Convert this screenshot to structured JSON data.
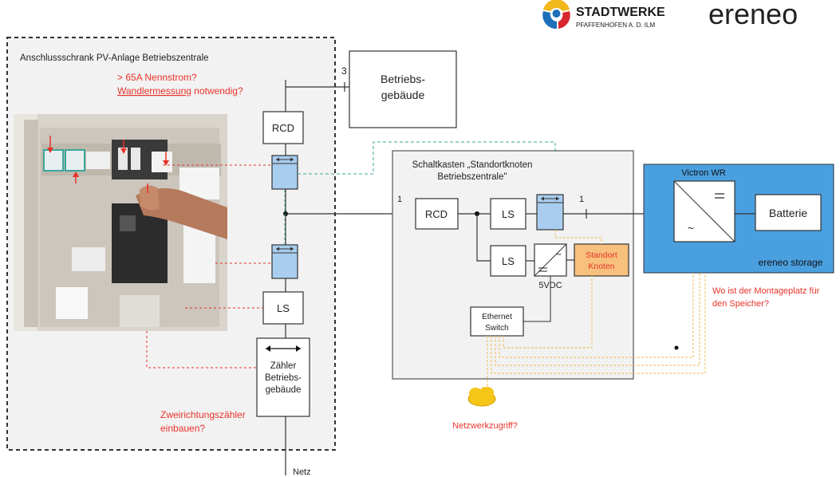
{
  "logos": {
    "stadtwerke_line1": "STADTWERKE",
    "stadtwerke_line2": "PFAFFENHOFEN A. D. ILM",
    "ereneo": "ereneo"
  },
  "left_cabinet": {
    "title": "Anschlussschrank PV-Anlage Betriebszentrale",
    "note_line1": "> 65A Nennstrom?",
    "note_line2_underlined": "Wandlermessung",
    "note_line2_rest": " notwendig?",
    "rcd_label": "RCD",
    "ls_label": "LS",
    "meter_line1": "Zähler",
    "meter_line2": "Betriebs-",
    "meter_line3": "gebäude",
    "note2_line1": "Zweirichtungszähler",
    "note2_line2": "einbauen?"
  },
  "building": {
    "line1": "Betriebs-",
    "line2": "gebäude",
    "phase_count": "3"
  },
  "grid_label": "Netz",
  "switchbox": {
    "title_line1": "Schaltkasten „Standortknoten",
    "title_line2": "Betriebszentrale\"",
    "phase_in": "1",
    "phase_out": "1",
    "rcd_label": "RCD",
    "ls_top": "LS",
    "ls_bottom": "LS",
    "psu_label": "5VDC",
    "node_line1": "Standort",
    "node_line2": "Knoten",
    "switch_line1": "Ethernet",
    "switch_line2": "Switch"
  },
  "storage": {
    "inverter_label": "Victron WR",
    "battery_label": "Batterie",
    "system_label": "ereneo storage"
  },
  "notes": {
    "network_access": "Netzwerkzugriff?",
    "mount_line1": "Wo ist der Montageplatz für",
    "mount_line2": "den Speicher?"
  },
  "colors": {
    "red_note": "#e8332a",
    "storage_bg": "#4a9fdf",
    "meter_box": "#a8cdee",
    "node_box": "#f7c07c",
    "cloud": "#f5c518",
    "signal_line": "#f0c56a",
    "dashed_teal": "#3aa79a"
  }
}
